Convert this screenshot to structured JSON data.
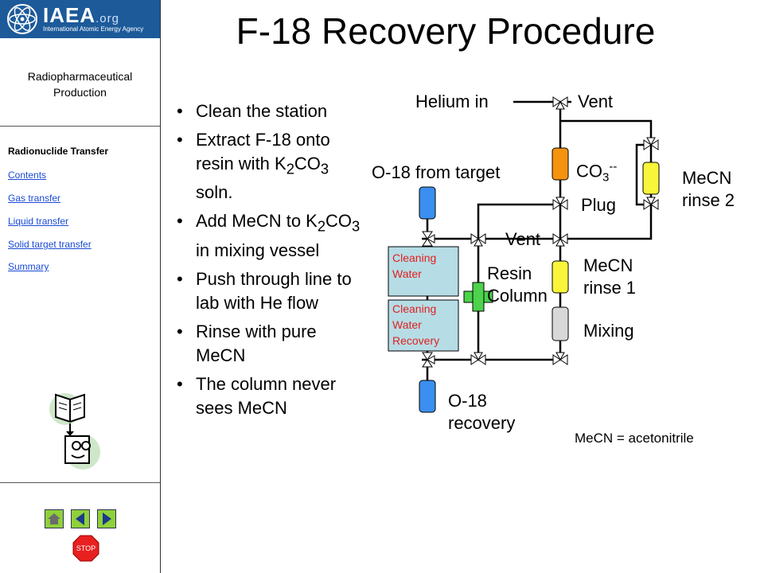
{
  "logo": {
    "name": "IAEA",
    "suffix": ".org",
    "subtitle": "International Atomic Energy Agency"
  },
  "sidebar": {
    "section_title_line1": "Radiopharmaceutical",
    "section_title_line2": "Production",
    "nav_heading": "Radionuclide Transfer",
    "links": [
      "Contents",
      "Gas transfer",
      "Liquid transfer",
      "Solid target transfer",
      "Summary"
    ],
    "stop_label": "STOP"
  },
  "title": "F-18 Recovery Procedure",
  "bullets": [
    {
      "parts": [
        "Clean the station"
      ]
    },
    {
      "parts": [
        "Extract F-18 onto resin with K",
        "2",
        "CO",
        "3",
        " soln."
      ]
    },
    {
      "parts": [
        "Add MeCN to K",
        "2",
        "CO",
        "3",
        " in mixing vessel"
      ]
    },
    {
      "parts": [
        "Push through line to lab with He flow"
      ]
    },
    {
      "parts": [
        "Rinse with pure MeCN"
      ]
    },
    {
      "parts": [
        "The column never sees MeCN"
      ]
    }
  ],
  "diagram": {
    "helium_in": "Helium in",
    "vent_top": "Vent",
    "co3": "CO",
    "co3_sub": "3",
    "co3_sup": "--",
    "plug": "Plug",
    "mecn_rinse2_line1": "MeCN",
    "mecn_rinse2_line2": "rinse 2",
    "o18_from_target": "O-18 from target",
    "vent_mid": "Vent",
    "cleaning_water_line1": "Cleaning",
    "cleaning_water_line2": "Water",
    "cleaning_recovery_line1": "Cleaning",
    "cleaning_recovery_line2": "Water",
    "cleaning_recovery_line3": "Recovery",
    "resin_line1": "Resin",
    "resin_line2": "Column",
    "mecn_rinse1_line1": "MeCN",
    "mecn_rinse1_line2": "rinse 1",
    "mixing": "Mixing",
    "o18_recovery_line1": "O-18",
    "o18_recovery_line2": "recovery",
    "footnote": "MeCN = acetonitrile"
  },
  "colors": {
    "logo_bg": "#1d5a9a",
    "vial_blue": "#3b8ff0",
    "vial_orange": "#f5930f",
    "vial_yellow": "#f8f53a",
    "vial_grey": "#d8d8d8",
    "cleaning_box": "#b6dde6",
    "resin_green": "#4cd24c",
    "nav_button": "#8fd13a",
    "stop_red": "#e82020"
  }
}
